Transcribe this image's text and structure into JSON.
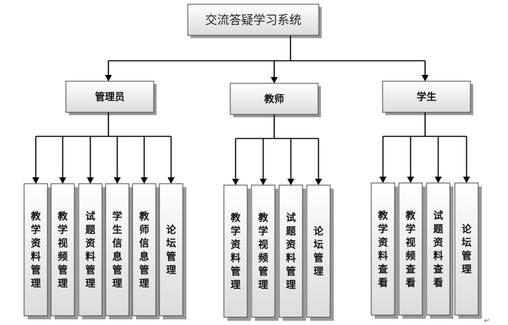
{
  "root": {
    "label": "交流答疑学习系统"
  },
  "roles": [
    {
      "label": "管理员",
      "items": [
        "教学资料管理",
        "教学视频管理",
        "试题资料管理",
        "学生信息管理",
        "教师信息管理",
        "论坛管理"
      ]
    },
    {
      "label": "教师",
      "items": [
        "教学资料管理",
        "教学视频管理",
        "试题资料管理",
        "论坛管理"
      ]
    },
    {
      "label": "学生",
      "items": [
        "教学资料查看",
        "教学视频查看",
        "试题资料查看",
        "论坛管理"
      ]
    }
  ],
  "colors": {
    "line": "#000000",
    "box_top": "#ffffff",
    "box_bottom": "#dcdcdc",
    "border": "#404040"
  }
}
